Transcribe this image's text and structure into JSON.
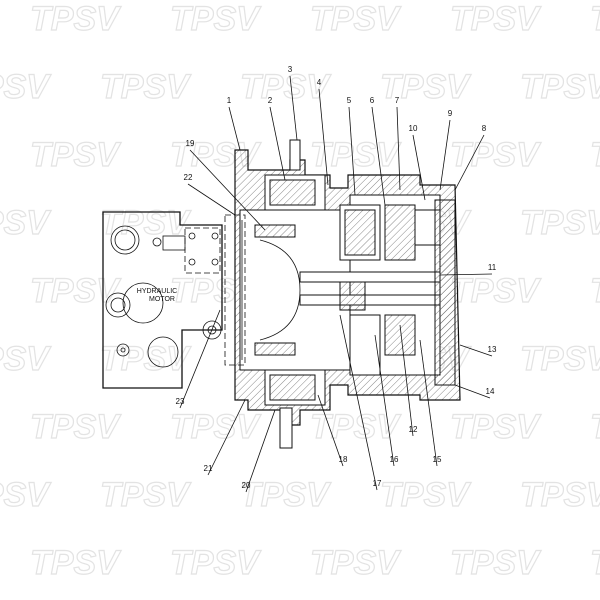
{
  "watermark": "TPSV",
  "diagram": {
    "note_line1": "HYDRAULIC",
    "note_line2": "MOTOR",
    "callouts": [
      "1",
      "2",
      "3",
      "4",
      "5",
      "6",
      "7",
      "8",
      "9",
      "10",
      "11",
      "12",
      "13",
      "14",
      "15",
      "16",
      "17",
      "18",
      "19",
      "20",
      "21",
      "22",
      "23"
    ]
  },
  "colors": {
    "ink": "#111111",
    "watermark": "#e3e3e3",
    "hatch": "#555555"
  }
}
